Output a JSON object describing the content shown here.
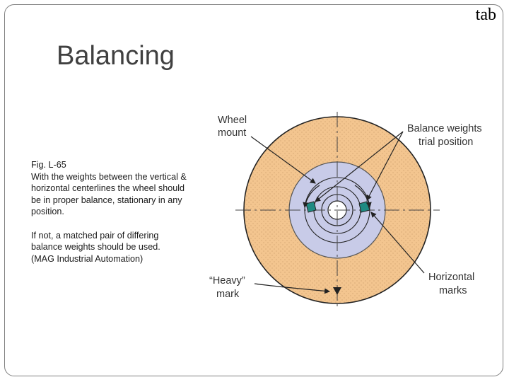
{
  "header": {
    "tab_label": "tab",
    "title": "Balancing"
  },
  "body": {
    "figure_ref": "Fig. L-65",
    "line1": "With the weights between the vertical &",
    "line2": "horizontal centerlines the wheel should",
    "line3": "be in proper balance, stationary in any",
    "line4": "position.",
    "para2_line1": "If not, a matched pair of differing",
    "para2_line2": "balance weights should be used.",
    "para2_line3": "(MAG Industrial Automation)"
  },
  "figure": {
    "label_wheel_1": "Wheel",
    "label_wheel_2": "mount",
    "label_balance_1": "Balance weights",
    "label_balance_2": "trial position",
    "label_heavy_1": "“Heavy”",
    "label_heavy_2": "mark",
    "label_horizontal_1": "Horizontal",
    "label_horizontal_2": "marks",
    "colors": {
      "wheel_outer": "#f3c58f",
      "wheel_mount": "#c8cbe8",
      "weights": "#1e8a82",
      "lines": "#333333"
    }
  }
}
